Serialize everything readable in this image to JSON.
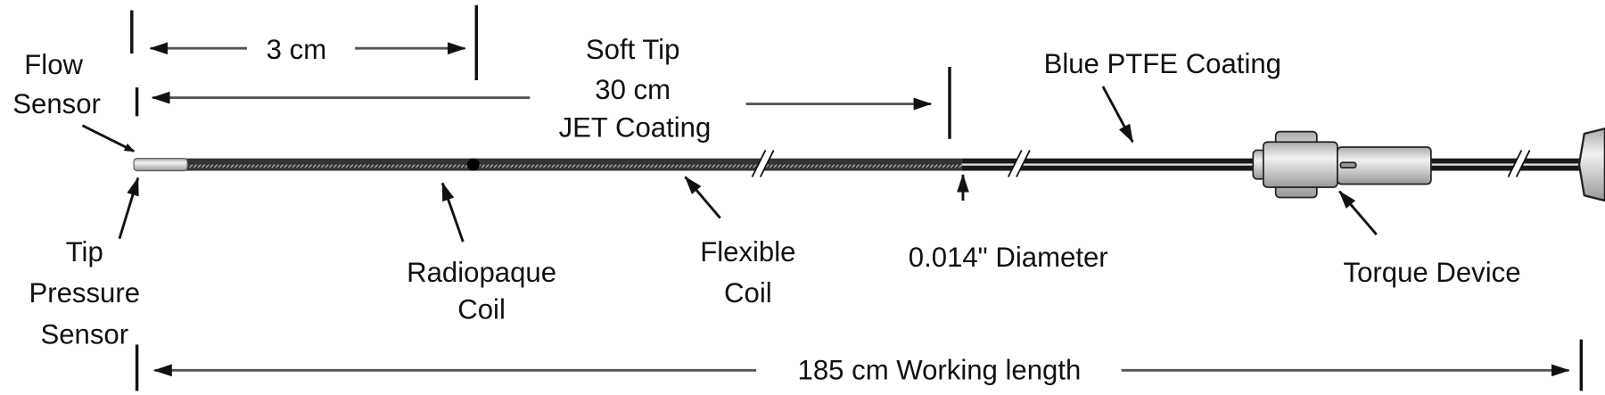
{
  "labels": {
    "flow_sensor": [
      "Flow",
      "Sensor"
    ],
    "three_cm": "3 cm",
    "soft_tip": [
      "Soft Tip",
      "30 cm",
      "JET Coating"
    ],
    "blue_ptfe": "Blue PTFE Coating",
    "tip_pressure_sensor": [
      "Tip",
      "Pressure",
      "Sensor"
    ],
    "radiopaque_coil": [
      "Radiopaque",
      "Coil"
    ],
    "flexible_coil": [
      "Flexible",
      "Coil"
    ],
    "diameter": "0.014\" Diameter",
    "torque_device": "Torque Device",
    "working_length": "185 cm Working length"
  }
}
